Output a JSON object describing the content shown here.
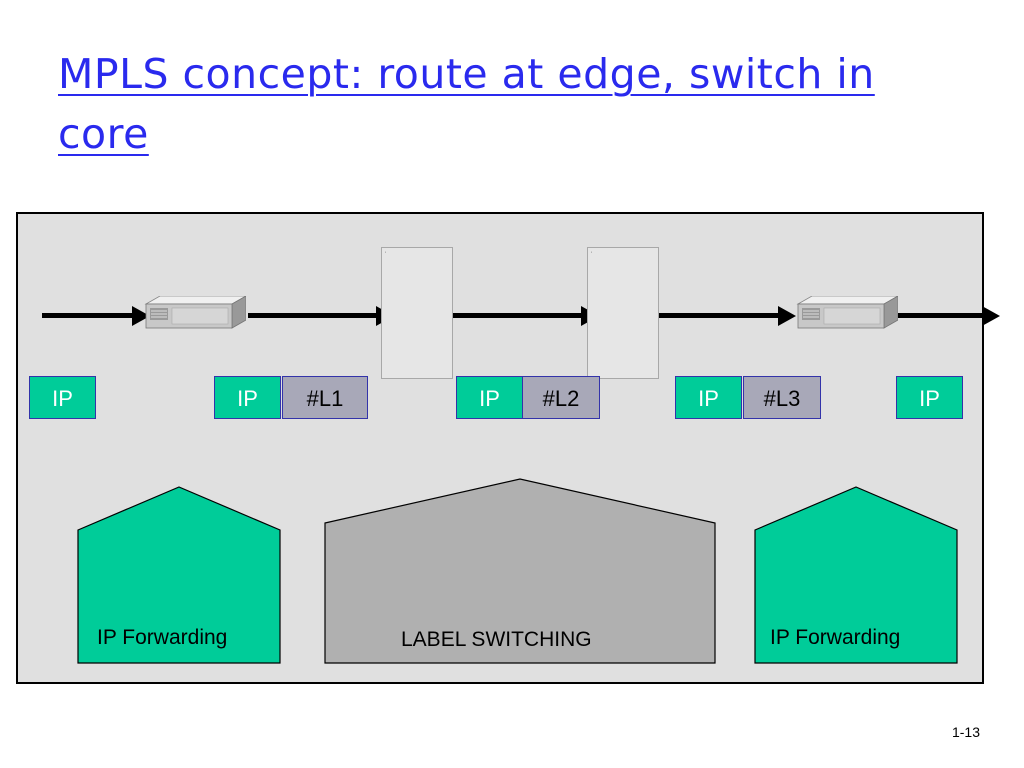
{
  "title": "MPLS concept: route at edge, switch in core",
  "packets": {
    "p1": {
      "ip": "IP"
    },
    "p2": {
      "ip": "IP",
      "label": "#L1"
    },
    "p3": {
      "ip": "IP",
      "label": "#L2"
    },
    "p4": {
      "ip": "IP",
      "label": "#L3"
    },
    "p5": {
      "ip": "IP"
    }
  },
  "regions": {
    "left": "IP Forwarding",
    "center": "LABEL SWITCHING",
    "right": "IP Forwarding"
  },
  "slide_number": "1-13",
  "colors": {
    "title": "#2a2aee",
    "ip_box": "#00cc99",
    "label_box": "#a8a8b8",
    "ip_region": "#00cc99",
    "label_region": "#b0b0b0",
    "panel": "#e0e0e0"
  },
  "icons": {
    "router": "router-icon",
    "arrow": "arrow-right-icon"
  }
}
